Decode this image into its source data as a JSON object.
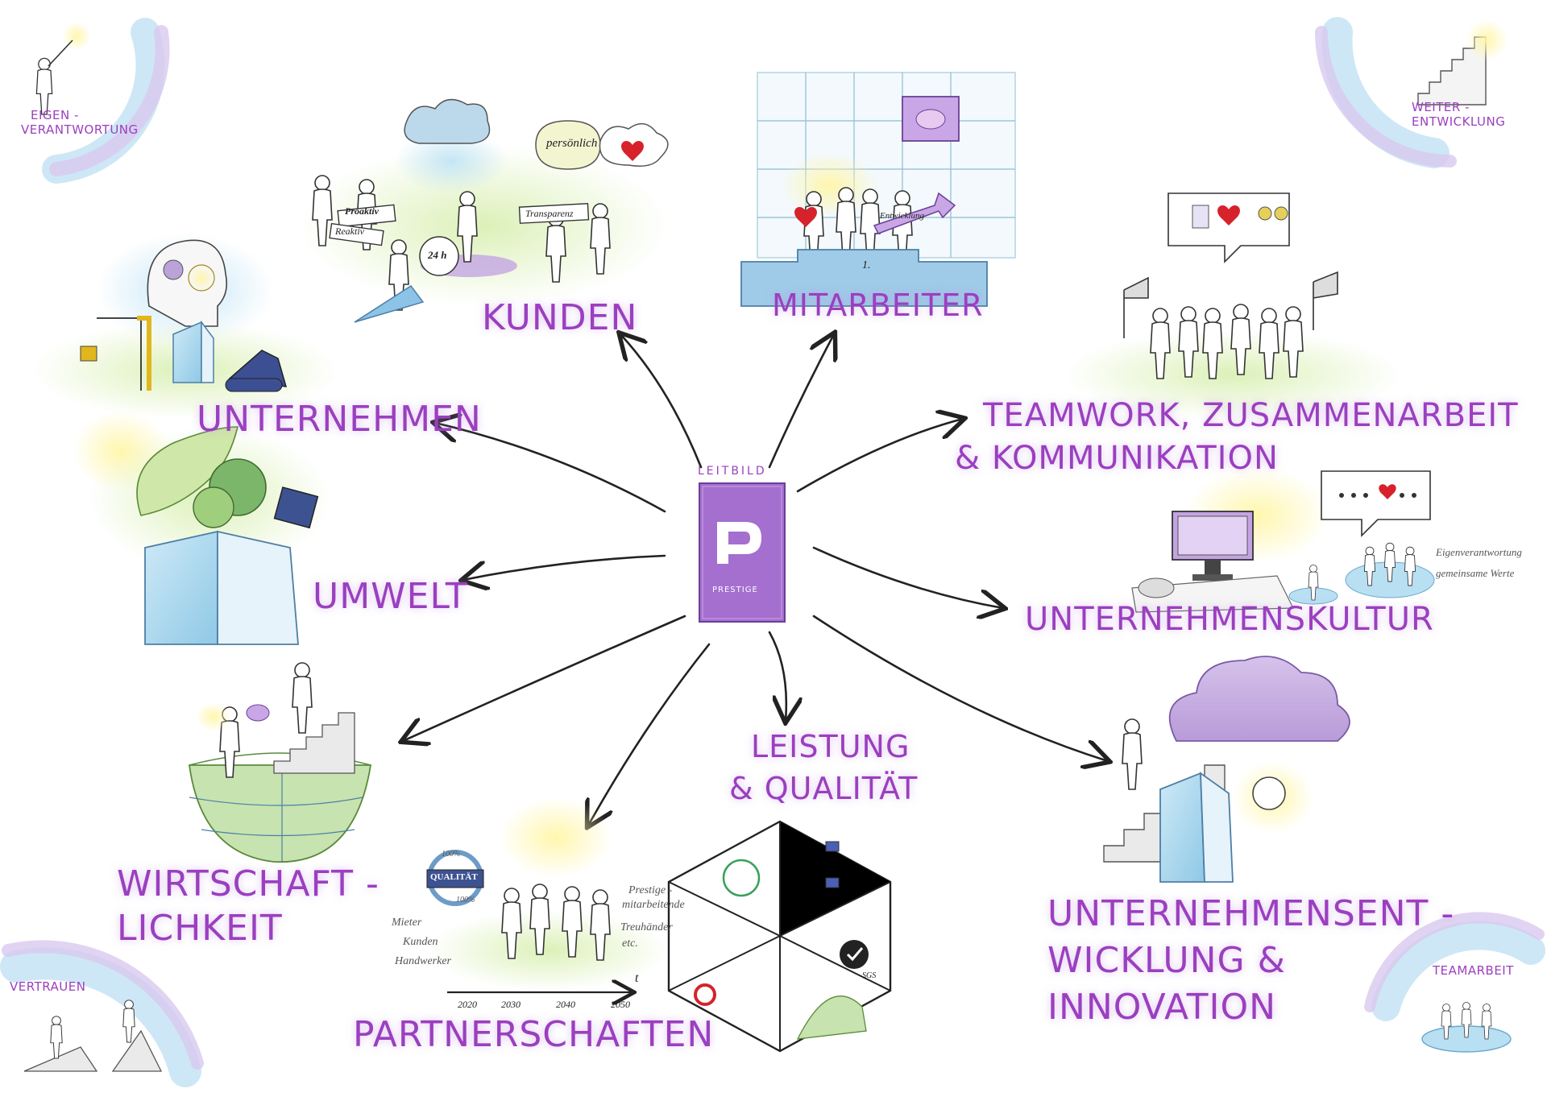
{
  "center": {
    "top_label": "LEITBILD",
    "logo_letter": "P",
    "logo_text": "PRESTIGE"
  },
  "topics": {
    "kunden": "KUNDEN",
    "mitarbeiter": "MITARBEITER",
    "unternehmen": "UNTERNEHMEN",
    "teamwork_line1": "TEAMWORK, ZUSAMMENARBEIT",
    "teamwork_line2": "& KOMMUNIKATION",
    "umwelt": "UMWELT",
    "kultur": "UNTERNEHMENSKULTUR",
    "wirtschaft_line1": "WIRTSCHAFT -",
    "wirtschaft_line2": "LICHKEIT",
    "leistung_line1": "LEISTUNG",
    "leistung_line2": "& QUALITÄT",
    "partner": "PARTNERSCHAFTEN",
    "entwicklung_line1": "UNTERNEHMENSENT -",
    "entwicklung_line2": "WICKLUNG &",
    "entwicklung_line3": "INNOVATION"
  },
  "corners": {
    "top_left_line1": "EIGEN -",
    "top_left_line2": "VERANTWORTUNG",
    "top_right_line1": "WEITER -",
    "top_right_line2": "ENTWICKLUNG",
    "bottom_left": "VERTRAUEN",
    "bottom_right": "TEAMARBEIT"
  },
  "sketch_text": {
    "proaktiv": "Proaktiv",
    "reaktiv": "Reaktiv",
    "persoenlich": "persönlich",
    "transparenz": "Transparenz",
    "erreichbar": "24 h",
    "entwicklung_banner": "Entwicklung",
    "podium": "1.",
    "eigenverantwortung": "Eigenverantwortung",
    "gemeinsame_werte": "gemeinsame Werte",
    "qualitaet": "QUALITÄT",
    "q100": "100%",
    "mieter": "Mieter",
    "kunden_small": "Kunden",
    "handwerker": "Handwerker",
    "prestige_ma1": "Prestige -",
    "prestige_ma2": "mitarbeitende",
    "treuhaender": "Treuhänder",
    "etc": "etc.",
    "timeline": [
      "2020",
      "2030",
      "2040",
      "2050"
    ],
    "t": "t",
    "sgs": "SGS"
  },
  "colors": {
    "accent": "#9b3fbf",
    "logo_fill": "#a46fcf",
    "arrow": "#222222"
  }
}
